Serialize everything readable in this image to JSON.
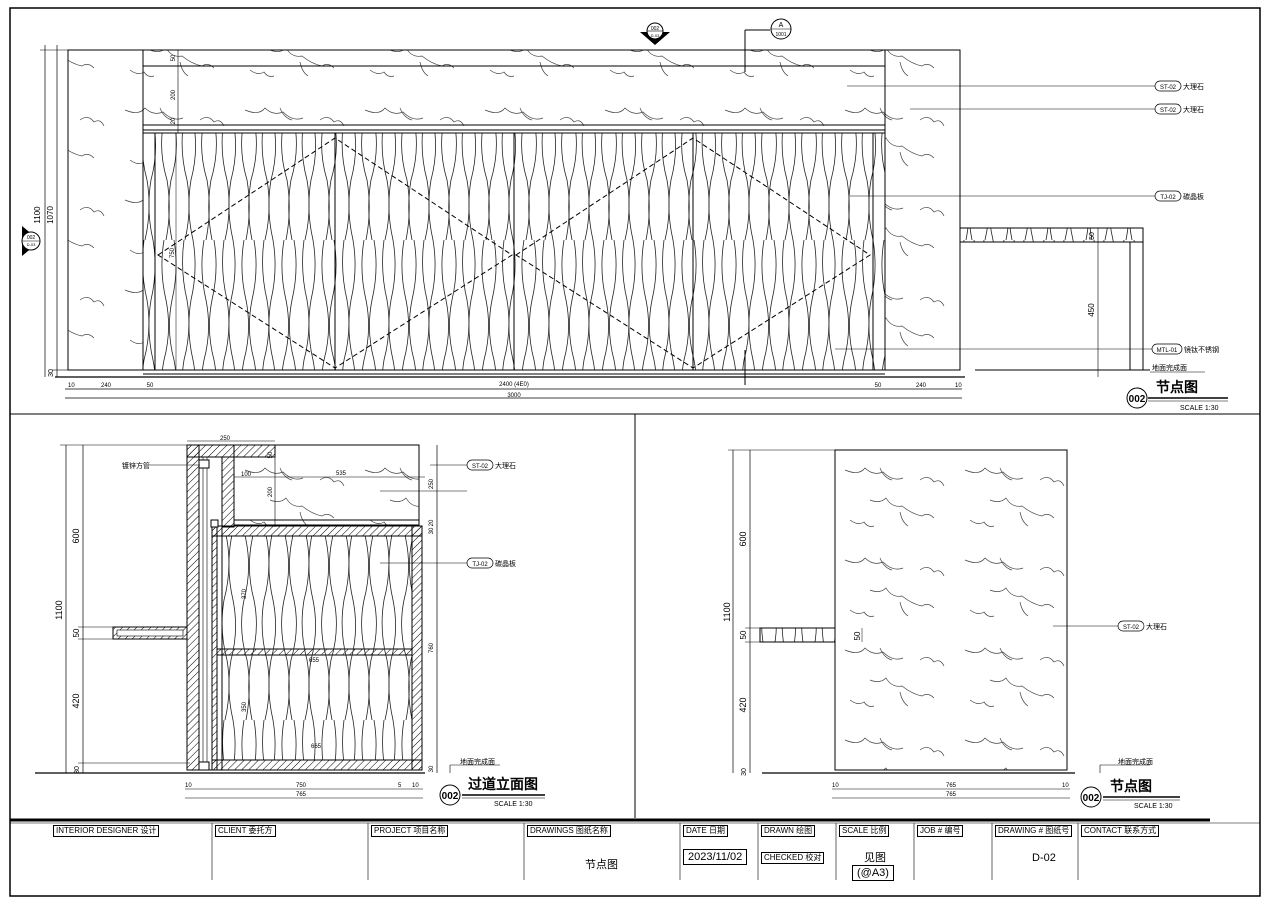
{
  "elevation_top": {
    "bubble_top_label": "A",
    "bubble_top_sub": "1001",
    "marker_top_num": "002",
    "marker_top_sub": "D-03",
    "marker_left_num": "002",
    "marker_left_sub": "D-03",
    "dims_left": [
      "1100",
      "1070",
      "30"
    ],
    "dims_top_stone": [
      "50",
      "200",
      "20"
    ],
    "dim_door_inner": "750",
    "dim_bottom_row": [
      "10",
      "240",
      "50",
      "2400 (4E0)",
      "50",
      "240",
      "10"
    ],
    "dim_total": "3000",
    "dim_side_small": [
      "50",
      "450"
    ],
    "floor_label": "地面完成面",
    "tags": [
      {
        "code": "ST-02",
        "text": "大理石"
      },
      {
        "code": "ST-02",
        "text": "大理石"
      },
      {
        "code": "TJ-02",
        "text": "碳晶板"
      },
      {
        "code": "MTL-01",
        "text": "镜钛不锈钢"
      }
    ],
    "title_num": "002",
    "title": "节点图",
    "scale": "SCALE 1:30"
  },
  "section_left": {
    "label_pipe": "镀锌方管",
    "dims_top": [
      "250",
      "100",
      "535",
      "50",
      "200"
    ],
    "dims_left": [
      "1100",
      "600",
      "50",
      "420",
      "30"
    ],
    "dims_right": [
      "250",
      "20",
      "30",
      "760",
      "30"
    ],
    "dims_inner": [
      "370",
      "655",
      "350",
      "665"
    ],
    "dims_bottom": [
      "10",
      "750",
      "5",
      "10",
      "765"
    ],
    "tags": [
      {
        "code": "ST-02",
        "text": "大理石"
      },
      {
        "code": "TJ-02",
        "text": "碳晶板"
      }
    ],
    "floor_label": "地面完成面",
    "title_num": "002",
    "title": "过道立面图",
    "scale": "SCALE 1:30"
  },
  "section_right": {
    "dims_left": [
      "1100",
      "600",
      "50",
      "420",
      "30"
    ],
    "dim_small": "50",
    "dims_bottom": [
      "10",
      "765",
      "10",
      "765"
    ],
    "tag": {
      "code": "ST-02",
      "text": "大理石"
    },
    "floor_label": "地面完成面",
    "title_num": "002",
    "title": "节点图",
    "scale": "SCALE 1:30"
  },
  "title_block": {
    "designer": "INTERIOR DESIGNER 设计",
    "client": "CLIENT 委托方",
    "project": "PROJECT 项目名称",
    "drawings": "DRAWINGS 图纸名称",
    "drawings_value": "节点图",
    "date": "DATE 日期",
    "date_value": "2023/11/02",
    "drawn": "DRAWN 绘图",
    "checked": "CHECKED 校对",
    "scale": "SCALE 比例",
    "scale_value": "见图",
    "scale_sub": "(@A3)",
    "job": "JOB # 编号",
    "drawing_no": "DRAWING # 图纸号",
    "drawing_no_value": "D-02",
    "contact": "CONTACT 联系方式"
  }
}
